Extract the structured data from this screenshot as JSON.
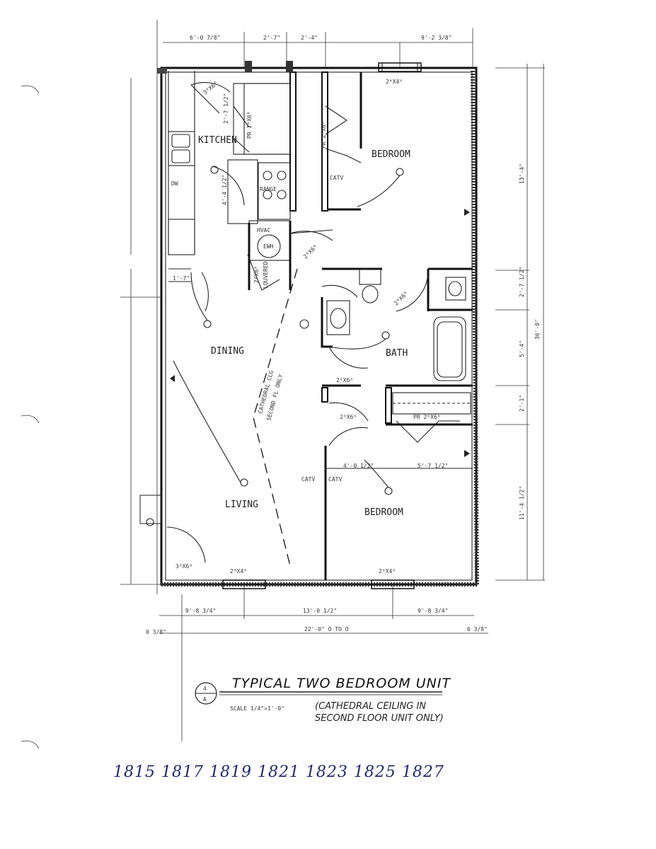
{
  "rooms": {
    "kitchen": "KITCHEN",
    "dining": "DINING",
    "living": "LIVING",
    "bath": "BATH",
    "bedroom_top": "BEDROOM",
    "bedroom_bottom": "BEDROOM"
  },
  "fixtures": {
    "range": "RANGE",
    "hvac": "HVAC",
    "ewh": "EWH",
    "dw": "DW",
    "catv_top": "CATV",
    "catv_left": "CATV",
    "catv_right": "CATV"
  },
  "doors": {
    "d1": "3⁰X6⁸",
    "d2": "2⁸X6⁸",
    "d3": "2⁸X6⁸",
    "d4": "2⁸X6⁸",
    "d5": "2⁸X6⁸",
    "d6": "2⁸X6⁸",
    "d7": "3⁰X6⁸",
    "closet_top": "PR 2⁰X6⁸",
    "closet_mid": "PR 2⁰X6⁸",
    "closet_right": "PR 2⁰X6⁸",
    "louvered": "LOUVERED"
  },
  "windows": {
    "w_top": "2⁰X4⁰",
    "w_bottom_left": "2⁰X4⁰",
    "w_bottom_right": "2⁰X4⁰"
  },
  "dimensions": {
    "top_1": "6'-0 7/8\"",
    "top_2": "2'-7\"",
    "top_3": "2'-4\"",
    "top_4": "9'-2 3/8\"",
    "bottom_1": "9'-8 3/4\"",
    "bottom_2": "13'-0 1/2\"",
    "bottom_3": "9'-8 3/4\"",
    "overall_width": "22'-0\" O TO O",
    "left_edge": "0 3/8\"",
    "right_edge": "6 3/8\"",
    "overall_depth": "36'-0\"",
    "right_1": "13'-4\"",
    "right_2": "2'-7 1/2\"",
    "right_3": "5'-4\"",
    "right_4": "2'-1\"",
    "right_5": "11'-4 1/2\"",
    "hall": "4'-0 1/2\"",
    "closet_w": "5'-7 1/2\"",
    "kitchen_w": "4'-4 1/2\"",
    "pantry": "2'-7 1/2\"",
    "small_1": "1'-7\""
  },
  "annotations": {
    "cathedral": "CATHEDRAL CLG",
    "second": "SECOND FL ONLY"
  },
  "title": {
    "main": "TYPICAL TWO BEDROOM UNIT",
    "scale": "SCALE 1/4\"=1'-0\"",
    "note_line1": "(CATHEDRAL CEILING IN",
    "note_line2": "SECOND FLOOR UNIT ONLY)",
    "symbol_top": "4",
    "symbol_bottom": "A"
  },
  "handwritten": {
    "unit_numbers": "1815  1817  1819  1821  1823  1825  1827"
  }
}
